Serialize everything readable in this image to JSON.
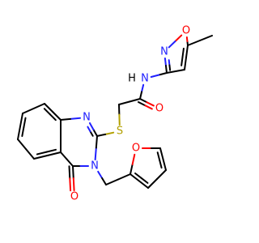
{
  "molecule": {
    "colors": {
      "carbon": "#000000",
      "nitrogen": "#2020ff",
      "oxygen": "#ff0000",
      "sulfur": "#b2a000"
    },
    "atoms": [
      {
        "id": "c_methyl",
        "el": "C",
        "label": ""
      },
      {
        "id": "c5_isox",
        "el": "C",
        "label": ""
      },
      {
        "id": "o_isox",
        "el": "O",
        "label": "O"
      },
      {
        "id": "n_isox",
        "el": "N",
        "label": "N"
      },
      {
        "id": "c3_isox",
        "el": "C",
        "label": ""
      },
      {
        "id": "c4_isox",
        "el": "C",
        "label": ""
      },
      {
        "id": "n_amide",
        "el": "N",
        "label": "N"
      },
      {
        "id": "h_amide",
        "el": "H",
        "label": "H"
      },
      {
        "id": "c_carbonyl",
        "el": "C",
        "label": ""
      },
      {
        "id": "o_carbonyl",
        "el": "O",
        "label": "O"
      },
      {
        "id": "c_ch2",
        "el": "C",
        "label": ""
      },
      {
        "id": "s_thio",
        "el": "S",
        "label": "S"
      },
      {
        "id": "c2_quin",
        "el": "C",
        "label": ""
      },
      {
        "id": "n1_quin",
        "el": "N",
        "label": "N"
      },
      {
        "id": "c8a_quin",
        "el": "C",
        "label": ""
      },
      {
        "id": "c8_quin",
        "el": "C",
        "label": ""
      },
      {
        "id": "c7_quin",
        "el": "C",
        "label": ""
      },
      {
        "id": "c6_quin",
        "el": "C",
        "label": ""
      },
      {
        "id": "c5_quin",
        "el": "C",
        "label": ""
      },
      {
        "id": "c4a_quin",
        "el": "C",
        "label": ""
      },
      {
        "id": "c4_quin",
        "el": "C",
        "label": ""
      },
      {
        "id": "o4_quin",
        "el": "O",
        "label": "O"
      },
      {
        "id": "n3_quin",
        "el": "N",
        "label": "N"
      },
      {
        "id": "c_ch2_fur",
        "el": "C",
        "label": ""
      },
      {
        "id": "c2_fur",
        "el": "C",
        "label": ""
      },
      {
        "id": "o_fur",
        "el": "O",
        "label": "O"
      },
      {
        "id": "c5_fur",
        "el": "C",
        "label": ""
      },
      {
        "id": "c4_fur",
        "el": "C",
        "label": ""
      },
      {
        "id": "c3_fur",
        "el": "C",
        "label": ""
      }
    ],
    "bonds": [
      {
        "a": "c_methyl",
        "b": "c5_isox",
        "order": 1
      },
      {
        "a": "c5_isox",
        "b": "o_isox",
        "order": 1
      },
      {
        "a": "o_isox",
        "b": "n_isox",
        "order": 1
      },
      {
        "a": "n_isox",
        "b": "c3_isox",
        "order": 2
      },
      {
        "a": "c3_isox",
        "b": "c4_isox",
        "order": 1
      },
      {
        "a": "c4_isox",
        "b": "c5_isox",
        "order": 2
      },
      {
        "a": "c3_isox",
        "b": "n_amide",
        "order": 1
      },
      {
        "a": "n_amide",
        "b": "c_carbonyl",
        "order": 1
      },
      {
        "a": "c_carbonyl",
        "b": "o_carbonyl",
        "order": 2
      },
      {
        "a": "c_carbonyl",
        "b": "c_ch2",
        "order": 1
      },
      {
        "a": "c_ch2",
        "b": "s_thio",
        "order": 1
      },
      {
        "a": "s_thio",
        "b": "c2_quin",
        "order": 1
      },
      {
        "a": "c2_quin",
        "b": "n1_quin",
        "order": 2
      },
      {
        "a": "n1_quin",
        "b": "c8a_quin",
        "order": 1
      },
      {
        "a": "c8a_quin",
        "b": "c8_quin",
        "order": 2
      },
      {
        "a": "c8_quin",
        "b": "c7_quin",
        "order": 1
      },
      {
        "a": "c7_quin",
        "b": "c6_quin",
        "order": 2
      },
      {
        "a": "c6_quin",
        "b": "c5_quin",
        "order": 1
      },
      {
        "a": "c5_quin",
        "b": "c4a_quin",
        "order": 2
      },
      {
        "a": "c4a_quin",
        "b": "c8a_quin",
        "order": 1
      },
      {
        "a": "c4a_quin",
        "b": "c4_quin",
        "order": 1
      },
      {
        "a": "c4_quin",
        "b": "o4_quin",
        "order": 2
      },
      {
        "a": "c4_quin",
        "b": "n3_quin",
        "order": 1
      },
      {
        "a": "n3_quin",
        "b": "c2_quin",
        "order": 1
      },
      {
        "a": "n3_quin",
        "b": "c_ch2_fur",
        "order": 1
      },
      {
        "a": "c_ch2_fur",
        "b": "c2_fur",
        "order": 1
      },
      {
        "a": "c2_fur",
        "b": "o_fur",
        "order": 1
      },
      {
        "a": "o_fur",
        "b": "c5_fur",
        "order": 1
      },
      {
        "a": "c5_fur",
        "b": "c4_fur",
        "order": 2
      },
      {
        "a": "c4_fur",
        "b": "c3_fur",
        "order": 1
      },
      {
        "a": "c3_fur",
        "b": "c2_fur",
        "order": 2
      }
    ]
  }
}
